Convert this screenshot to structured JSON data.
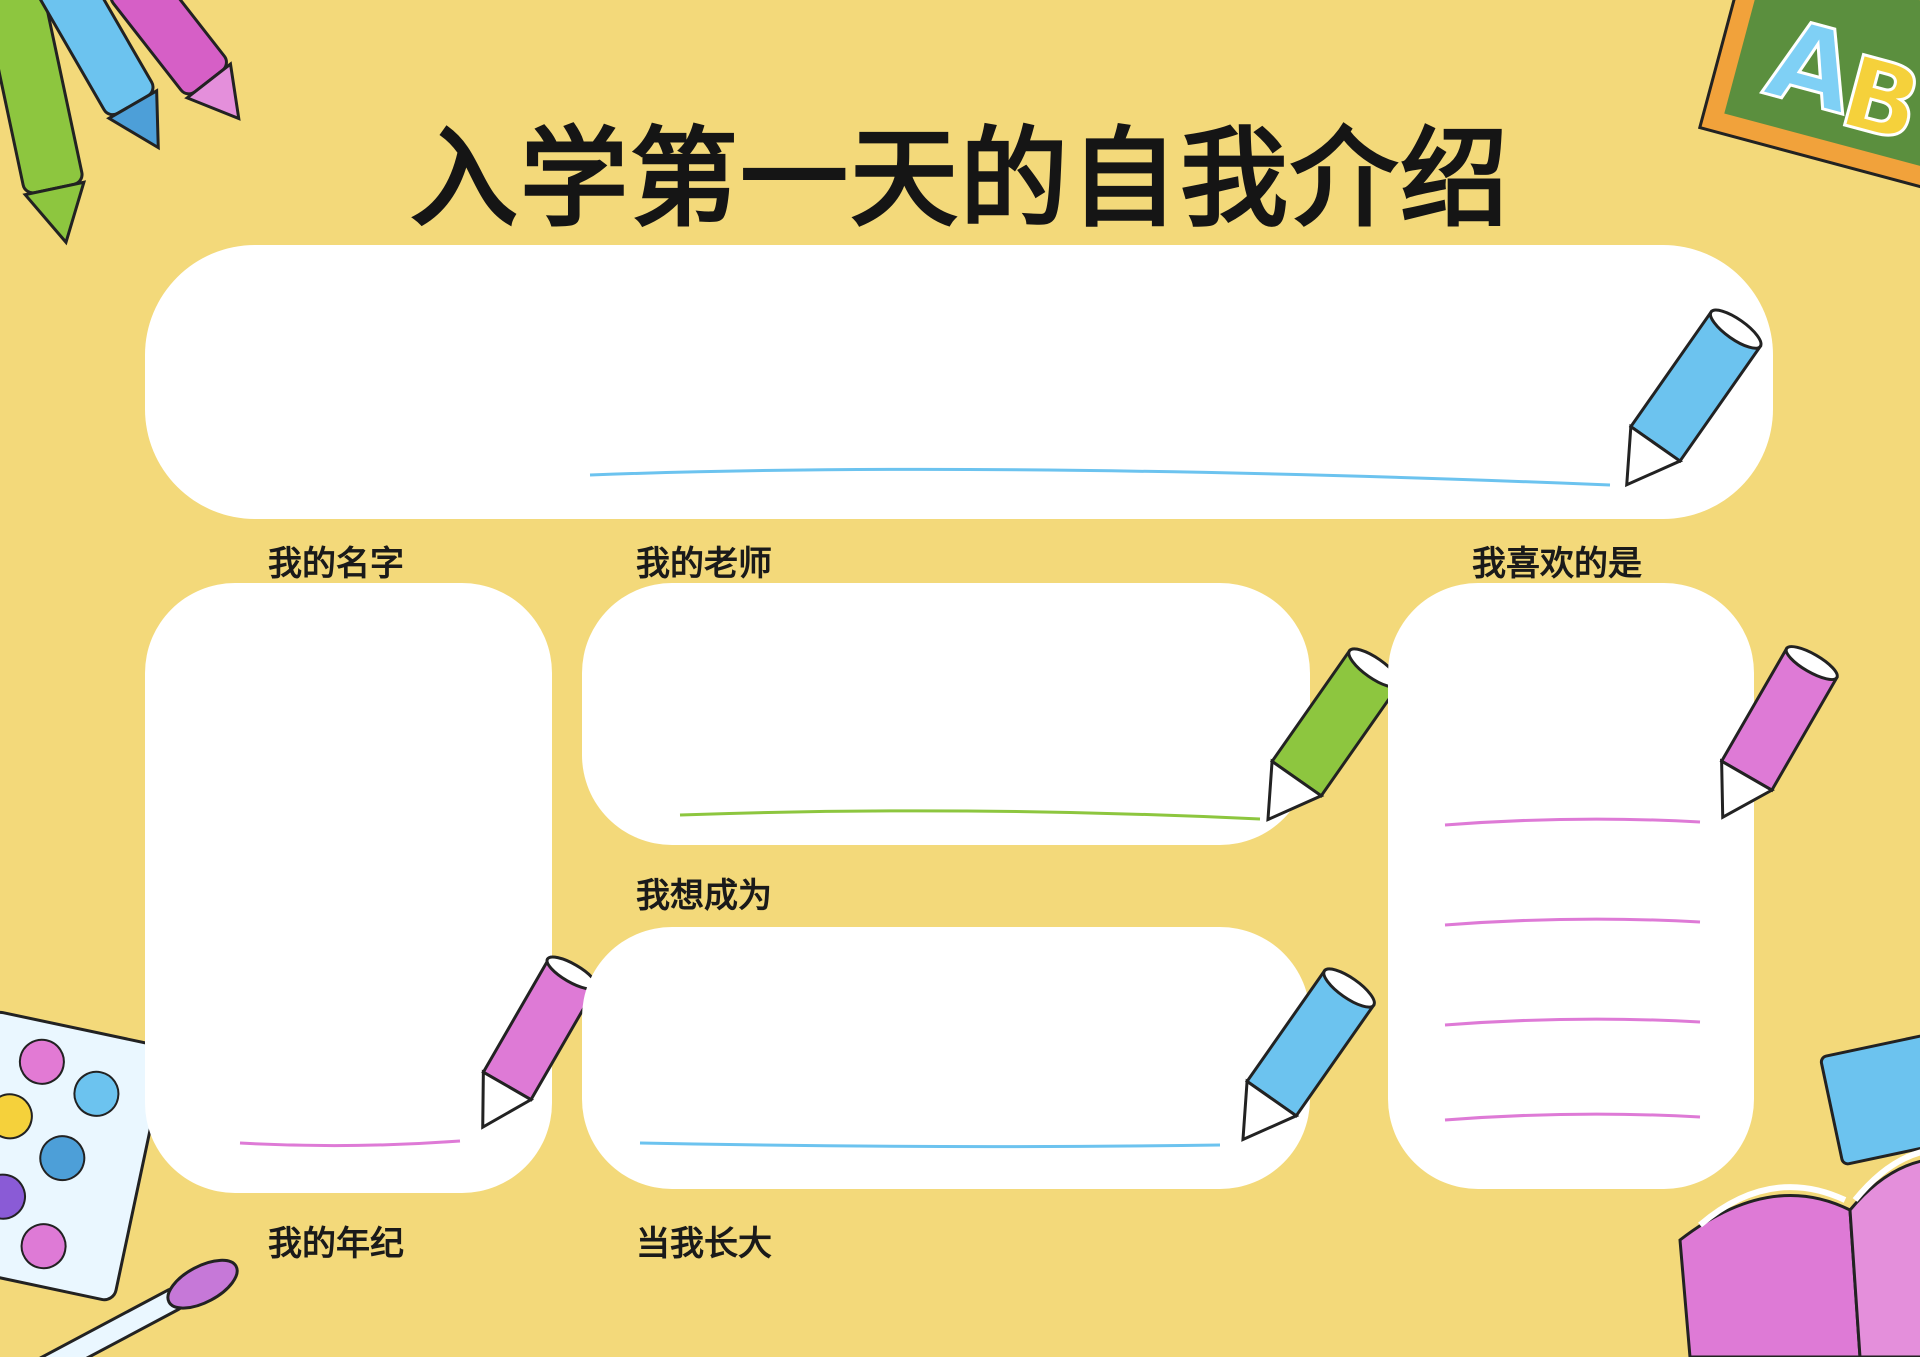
{
  "title": "入学第一天的自我介绍",
  "labels": {
    "name": "我的名字",
    "teacher": "我的老师",
    "likes": "我喜欢的是",
    "want_to_be": "我想成为",
    "age": "我的年纪",
    "grow_up": "当我长大"
  },
  "decorations": {
    "top_left": "crayons-icon",
    "top_right": "abc-chalkboard-icon",
    "bottom_left": "paint-palette-icon",
    "bottom_right": "books-icon"
  },
  "colors": {
    "background": "#f3d97a",
    "pencil_blue": "#6cc3ef",
    "pencil_green": "#8dc63f",
    "pencil_pink": "#de7ad6"
  }
}
